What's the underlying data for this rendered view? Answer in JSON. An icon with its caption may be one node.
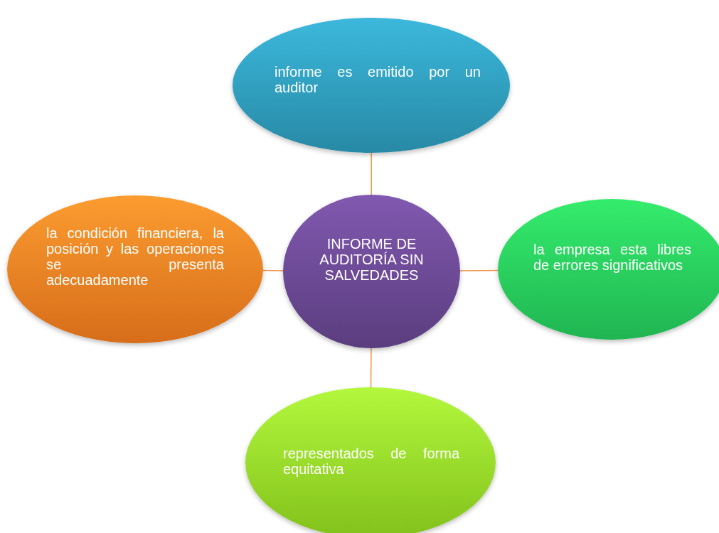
{
  "diagram": {
    "nodes": [
      {
        "text": [
          "informe es emitido por un auditor"
        ]
      },
      {
        "text": [
          "la condición financiera, la posición y las operaciones se presenta adecuadamente"
        ]
      },
      {
        "text": [
          "INFORME DE AUDITORÍA SIN SALVEDADES"
        ]
      },
      {
        "text": [
          "la empresa esta libres de errores significativos"
        ]
      },
      {
        "text": [
          "representados de forma equitativa"
        ]
      }
    ],
    "edges": [
      {
        "from": 2,
        "to": 0,
        "arrow": "none"
      },
      {
        "from": 2,
        "to": 1,
        "arrow": "none"
      },
      {
        "from": 2,
        "to": 3,
        "arrow": "none"
      },
      {
        "from": 2,
        "to": 4,
        "arrow": "none"
      }
    ]
  }
}
